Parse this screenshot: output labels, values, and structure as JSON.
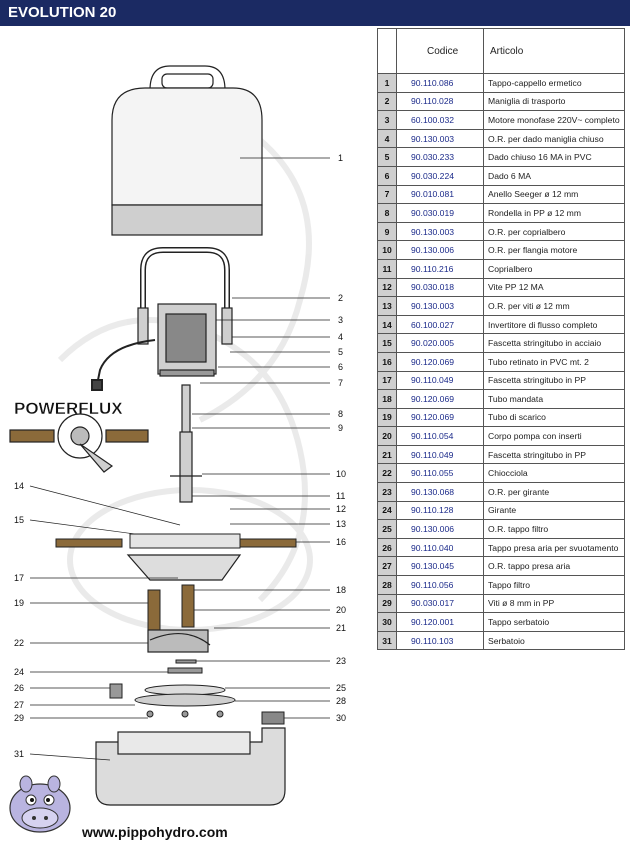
{
  "header": {
    "title": "EVOLUTION 20"
  },
  "table": {
    "columns": {
      "codice": "Codice",
      "articolo": "Articolo"
    },
    "rows": [
      {
        "n": "1",
        "code": "90.110.086",
        "desc": "Tappo-cappello ermetico"
      },
      {
        "n": "2",
        "code": "90.110.028",
        "desc": "Maniglia di trasporto"
      },
      {
        "n": "3",
        "code": "60.100.032",
        "desc": "Motore monofase 220V~ completo"
      },
      {
        "n": "4",
        "code": "90.130.003",
        "desc": "O.R. per dado maniglia chiuso"
      },
      {
        "n": "5",
        "code": "90.030.233",
        "desc": "Dado chiuso 16 MA in PVC"
      },
      {
        "n": "6",
        "code": "90.030.224",
        "desc": "Dado 6 MA"
      },
      {
        "n": "7",
        "code": "90.010.081",
        "desc": "Anello Seeger ø 12 mm"
      },
      {
        "n": "8",
        "code": "90.030.019",
        "desc": "Rondella in PP ø 12 mm"
      },
      {
        "n": "9",
        "code": "90.130.003",
        "desc": "O.R. per coprialbero"
      },
      {
        "n": "10",
        "code": "90.130.006",
        "desc": "O.R. per flangia motore"
      },
      {
        "n": "11",
        "code": "90.110.216",
        "desc": "Coprialbero"
      },
      {
        "n": "12",
        "code": "90.030.018",
        "desc": "Vite PP 12 MA"
      },
      {
        "n": "13",
        "code": "90.130.003",
        "desc": "O.R. per viti ø 12 mm"
      },
      {
        "n": "14",
        "code": "60.100.027",
        "desc": "Invertitore di flusso completo"
      },
      {
        "n": "15",
        "code": "90.020.005",
        "desc": "Fascetta stringitubo in acciaio"
      },
      {
        "n": "16",
        "code": "90.120.069",
        "desc": "Tubo retinato in PVC mt. 2"
      },
      {
        "n": "17",
        "code": "90.110.049",
        "desc": "Fascetta stringitubo in PP"
      },
      {
        "n": "18",
        "code": "90.120.069",
        "desc": "Tubo mandata"
      },
      {
        "n": "19",
        "code": "90.120.069",
        "desc": "Tubo di scarico"
      },
      {
        "n": "20",
        "code": "90.110.054",
        "desc": "Corpo pompa con inserti"
      },
      {
        "n": "21",
        "code": "90.110.049",
        "desc": "Fascetta stringitubo in PP"
      },
      {
        "n": "22",
        "code": "90.110.055",
        "desc": "Chiocciola"
      },
      {
        "n": "23",
        "code": "90.130.068",
        "desc": "O.R. per girante"
      },
      {
        "n": "24",
        "code": "90.110.128",
        "desc": "Girante"
      },
      {
        "n": "25",
        "code": "90.130.006",
        "desc": "O.R. tappo filtro"
      },
      {
        "n": "26",
        "code": "90.110.040",
        "desc": "Tappo presa aria per svuotamento"
      },
      {
        "n": "27",
        "code": "90.130.045",
        "desc": "O.R. tappo presa aria"
      },
      {
        "n": "28",
        "code": "90.110.056",
        "desc": "Tappo filtro"
      },
      {
        "n": "29",
        "code": "90.030.017",
        "desc": "Viti ø 8 mm in PP"
      },
      {
        "n": "30",
        "code": "90.120.001",
        "desc": "Tappo serbatoio"
      },
      {
        "n": "31",
        "code": "90.110.103",
        "desc": "Serbatoio"
      }
    ]
  },
  "diagram": {
    "brand": "POWERFLUX",
    "callouts": [
      "1",
      "2",
      "3",
      "4",
      "5",
      "6",
      "7",
      "8",
      "9",
      "10",
      "11",
      "12",
      "13",
      "14",
      "15",
      "16",
      "17",
      "18",
      "19",
      "20",
      "21",
      "22",
      "23",
      "24",
      "25",
      "26",
      "27",
      "28",
      "29",
      "30",
      "31"
    ]
  },
  "footer": {
    "website": "www.pippohydro.com"
  },
  "colors": {
    "header_bg": "#1b2a63",
    "code_text": "#1b2a8a",
    "number_cell": "#cfcfcf"
  }
}
